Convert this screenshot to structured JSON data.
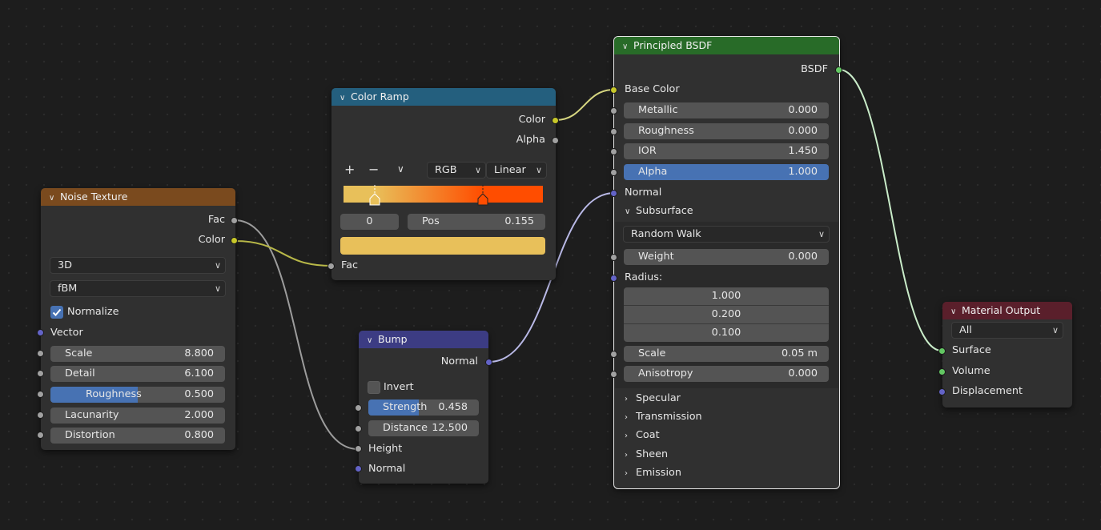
{
  "colors": {
    "canvas_bg": "#1d1d1d",
    "noise_header": "#7a4a1e",
    "ramp_header": "#245f7e",
    "bump_header": "#3c3c83",
    "bsdf_header": "#286b28",
    "output_header": "#5a1f2b",
    "accent_blue": "#4772b3",
    "socket_color": "#c7c729",
    "socket_float": "#a1a1a1",
    "socket_vector": "#6363c7",
    "socket_shader": "#63c763"
  },
  "noise": {
    "title": "Noise Texture",
    "out_fac": "Fac",
    "out_color": "Color",
    "dim": "3D",
    "type": "fBM",
    "normalize": "Normalize",
    "normalize_checked": true,
    "vector": "Vector",
    "scale_label": "Scale",
    "scale_value": "8.800",
    "detail_label": "Detail",
    "detail_value": "6.100",
    "roughness_label": "Roughness",
    "roughness_value": "0.500",
    "roughness_fraction": 0.5,
    "lacunarity_label": "Lacunarity",
    "lacunarity_value": "2.000",
    "distortion_label": "Distortion",
    "distortion_value": "0.800"
  },
  "ramp": {
    "title": "Color Ramp",
    "out_color": "Color",
    "out_alpha": "Alpha",
    "add": "+",
    "remove": "−",
    "menu": "∨",
    "color_mode": "RGB",
    "interpolation": "Linear",
    "stop_index": "0",
    "pos_label": "Pos",
    "pos_value": "0.155",
    "in_fac": "Fac",
    "stops": [
      {
        "position": 0.155,
        "color": "#e8c05a"
      },
      {
        "position": 0.697,
        "color": "#ff4d00"
      }
    ],
    "active_color": "#e8c05a"
  },
  "bump": {
    "title": "Bump",
    "out_normal": "Normal",
    "invert": "Invert",
    "invert_checked": false,
    "strength_label": "Strength",
    "strength_value": "0.458",
    "strength_fraction": 0.458,
    "distance_label": "Distance",
    "distance_value": "12.500",
    "in_height": "Height",
    "in_normal": "Normal"
  },
  "bsdf": {
    "title": "Principled BSDF",
    "out_bsdf": "BSDF",
    "base_color": "Base Color",
    "metallic_label": "Metallic",
    "metallic_value": "0.000",
    "roughness_label": "Roughness",
    "roughness_value": "0.000",
    "ior_label": "IOR",
    "ior_value": "1.450",
    "alpha_label": "Alpha",
    "alpha_value": "1.000",
    "normal": "Normal",
    "subsurface": "Subsurface",
    "method": "Random Walk",
    "weight_label": "Weight",
    "weight_value": "0.000",
    "radius": "Radius:",
    "radius_values": [
      "1.000",
      "0.200",
      "0.100"
    ],
    "scale_label": "Scale",
    "scale_value": "0.05 m",
    "aniso_label": "Anisotropy",
    "aniso_value": "0.000",
    "panels": [
      "Specular",
      "Transmission",
      "Coat",
      "Sheen",
      "Emission"
    ]
  },
  "output": {
    "title": "Material Output",
    "target": "All",
    "surface": "Surface",
    "volume": "Volume",
    "displacement": "Displacement"
  }
}
